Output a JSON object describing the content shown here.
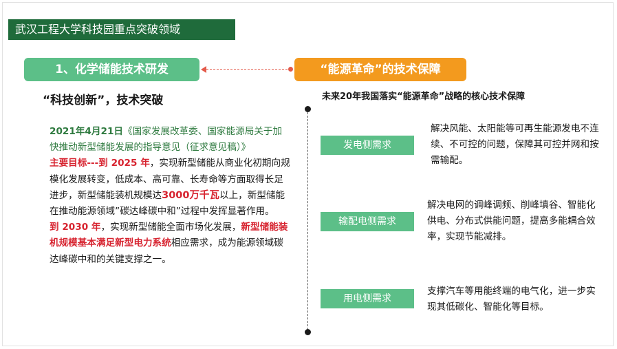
{
  "slide": {
    "title": "武汉工程大学科技园重点突破领域",
    "section_left": "1、化学储能技术研发",
    "section_right": "“能源革命”的技术保障",
    "subtitle_left": "“科技创新”，技术突破",
    "subtitle_right": "未来20年我国落实“能源革命”战略的核心技术保障"
  },
  "paragraph": {
    "date": "2021年4月21日",
    "doc_title": "《国家发展改革委、国家能源局关于加快推动新型储能发展的指导意见（征求意见稿）》",
    "goal_label": "主要目标---到 2025 年",
    "goal_text_1": "，实现新型储能从商业化初期向规模化发展转变，低成本、高可靠、长寿命等方面取得长足进步，新型储能装机规模达",
    "goal_capacity": "3000万千瓦",
    "goal_text_2": "以上，新型储能在推动能源领域”碳达峰碳中和”过程中发挥显著作用。",
    "year_2030": "到 2030 年",
    "text_2030_1": "，实现新型储能全面市场化发展，",
    "highlight_2030": "新型储能装机规模基本满足新型电力系统",
    "text_2030_2": "相应需求，成为能源领域碳达峰碳中和的关键支撑之一。"
  },
  "needs": [
    {
      "label": "发电侧需求",
      "desc": "解决风能、太阳能等可再生能源发电不连续、不可控的问题，保障其可控并网和按需输配。"
    },
    {
      "label": "输配电侧需求",
      "desc": "解决电网的调峰调频、削峰填谷、智能化供电、分布式供能问题，提高多能耦合效率，实现节能减排。"
    },
    {
      "label": "用电侧需求",
      "desc": "支撑汽车等用能终端的电气化，进一步实现其低碳化、智能化等目标。"
    }
  ],
  "colors": {
    "title_bg": "#1f6b3b",
    "green_pill": "#5cbf88",
    "orange_pill": "#f39a1e",
    "highlight_red": "#d7232f",
    "text_green": "#2e7a3f"
  }
}
